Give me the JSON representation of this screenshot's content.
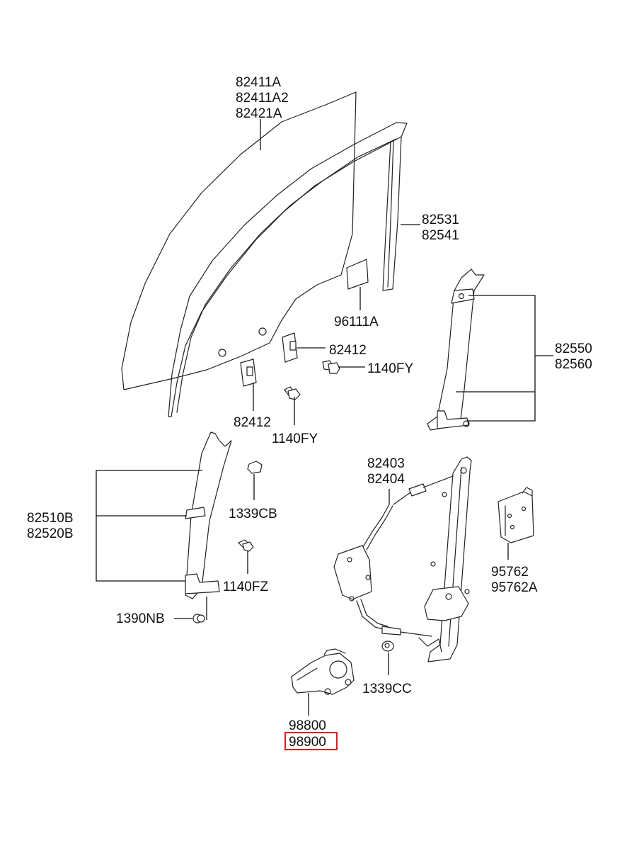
{
  "labels": {
    "glass": [
      "82411A",
      "82411A2",
      "82421A"
    ],
    "run_channel": [
      "82531",
      "82541"
    ],
    "label_tag": "96111A",
    "glass_clip_upper": "82412",
    "bolt_upper": "1140FY",
    "glass_clip_lower": "82412",
    "bolt_lower": "1140FY",
    "rear_sash": [
      "82550",
      "82560"
    ],
    "front_sash": [
      "82510B",
      "82520B"
    ],
    "nut_cb": "1339CB",
    "bolt_fz": "1140FZ",
    "nut_nb": "1390NB",
    "regulator": [
      "82403",
      "82404"
    ],
    "module": [
      "95762",
      "95762A"
    ],
    "nut_cc": "1339CC",
    "motor": [
      "98800",
      "98900"
    ]
  },
  "highlight": {
    "label": "98900",
    "color": "#e0191e"
  }
}
